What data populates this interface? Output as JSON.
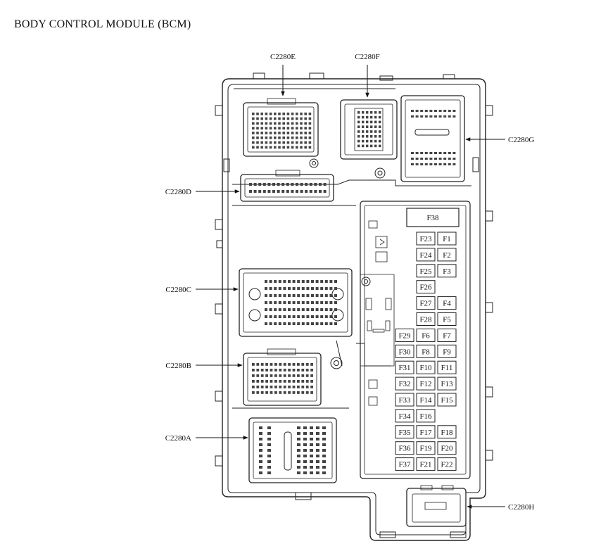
{
  "title": "BODY CONTROL MODULE (BCM)",
  "connectors": {
    "e": "C2280E",
    "f": "C2280F",
    "g": "C2280G",
    "d": "C2280D",
    "c": "C2280C",
    "b": "C2280B",
    "a": "C2280A",
    "h": "C2280H"
  },
  "fuses": {
    "f38": "F38",
    "rows": [
      [
        "",
        "F23",
        "F1"
      ],
      [
        "",
        "F24",
        "F2"
      ],
      [
        "",
        "F25",
        "F3"
      ],
      [
        "",
        "F26",
        ""
      ],
      [
        "",
        "F27",
        "F4"
      ],
      [
        "",
        "F28",
        "F5"
      ],
      [
        "F29",
        "F6",
        "F7"
      ],
      [
        "F30",
        "F8",
        "F9"
      ],
      [
        "F31",
        "F10",
        "F11"
      ],
      [
        "F32",
        "F12",
        "F13"
      ],
      [
        "F33",
        "F14",
        "F15"
      ],
      [
        "F34",
        "F16",
        ""
      ],
      [
        "F35",
        "F17",
        "F18"
      ],
      [
        "F36",
        "F19",
        "F20"
      ],
      [
        "F37",
        "F21",
        "F22"
      ]
    ]
  }
}
